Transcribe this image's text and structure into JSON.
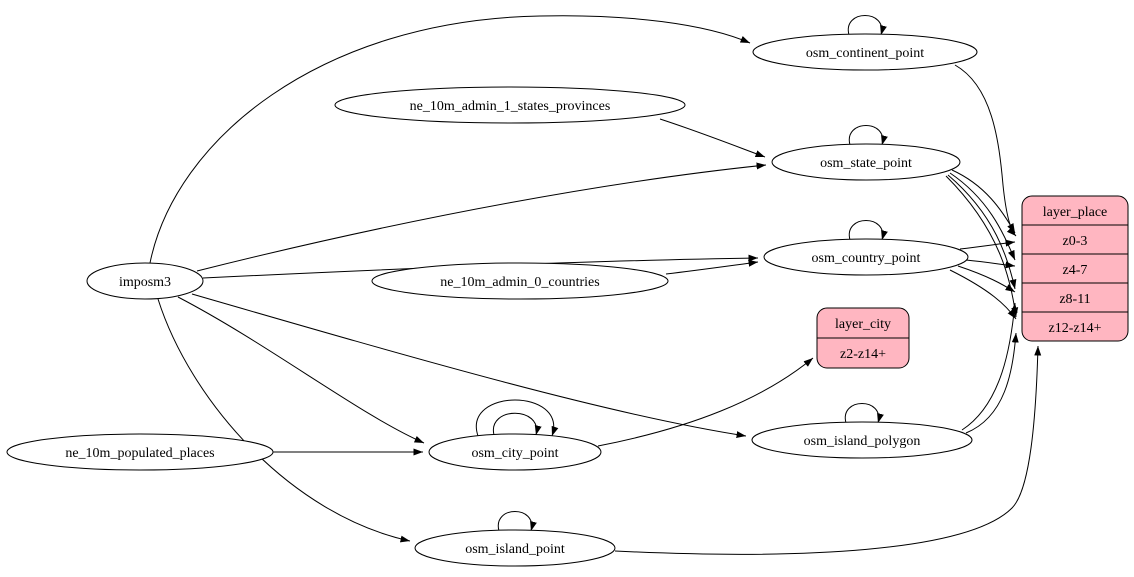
{
  "diagram": {
    "type": "digraph",
    "background_color": "#ffffff",
    "node_fill_color": "#ffffff",
    "record_fill_color": "#ffb6c1",
    "stroke_color": "#000000",
    "nodes": {
      "imposm3": {
        "label": "imposm3",
        "shape": "ellipse"
      },
      "ne_10m_admin_1_states_provinces": {
        "label": "ne_10m_admin_1_states_provinces",
        "shape": "ellipse"
      },
      "ne_10m_admin_0_countries": {
        "label": "ne_10m_admin_0_countries",
        "shape": "ellipse"
      },
      "ne_10m_populated_places": {
        "label": "ne_10m_populated_places",
        "shape": "ellipse"
      },
      "osm_continent_point": {
        "label": "osm_continent_point",
        "shape": "ellipse",
        "self_loops": 1
      },
      "osm_state_point": {
        "label": "osm_state_point",
        "shape": "ellipse",
        "self_loops": 1
      },
      "osm_country_point": {
        "label": "osm_country_point",
        "shape": "ellipse",
        "self_loops": 1
      },
      "osm_city_point": {
        "label": "osm_city_point",
        "shape": "ellipse",
        "self_loops": 2
      },
      "osm_island_polygon": {
        "label": "osm_island_polygon",
        "shape": "ellipse",
        "self_loops": 1
      },
      "osm_island_point": {
        "label": "osm_island_point",
        "shape": "ellipse",
        "self_loops": 1
      },
      "layer_city": {
        "label": "layer_city",
        "shape": "record",
        "rows": [
          "z2-z14+"
        ]
      },
      "layer_place": {
        "label": "layer_place",
        "shape": "record",
        "rows": [
          "z0-3",
          "z4-7",
          "z8-11",
          "z12-z14+"
        ]
      }
    },
    "edges": [
      {
        "from": "imposm3",
        "to": "osm_continent_point"
      },
      {
        "from": "imposm3",
        "to": "osm_state_point"
      },
      {
        "from": "imposm3",
        "to": "osm_country_point"
      },
      {
        "from": "imposm3",
        "to": "osm_city_point"
      },
      {
        "from": "imposm3",
        "to": "osm_island_polygon"
      },
      {
        "from": "imposm3",
        "to": "osm_island_point"
      },
      {
        "from": "ne_10m_admin_1_states_provinces",
        "to": "osm_state_point"
      },
      {
        "from": "ne_10m_admin_0_countries",
        "to": "osm_country_point"
      },
      {
        "from": "ne_10m_populated_places",
        "to": "osm_city_point"
      },
      {
        "from": "osm_continent_point",
        "to": "osm_continent_point"
      },
      {
        "from": "osm_state_point",
        "to": "osm_state_point"
      },
      {
        "from": "osm_country_point",
        "to": "osm_country_point"
      },
      {
        "from": "osm_city_point",
        "to": "osm_city_point"
      },
      {
        "from": "osm_city_point",
        "to": "osm_city_point"
      },
      {
        "from": "osm_island_polygon",
        "to": "osm_island_polygon"
      },
      {
        "from": "osm_island_point",
        "to": "osm_island_point"
      },
      {
        "from": "osm_city_point",
        "to": "layer_city",
        "to_port": "z2-z14+"
      },
      {
        "from": "osm_continent_point",
        "to": "layer_place",
        "to_port": "z0-3"
      },
      {
        "from": "osm_state_point",
        "to": "layer_place",
        "to_port": "z0-3"
      },
      {
        "from": "osm_state_point",
        "to": "layer_place",
        "to_port": "z4-7"
      },
      {
        "from": "osm_state_point",
        "to": "layer_place",
        "to_port": "z8-11"
      },
      {
        "from": "osm_state_point",
        "to": "layer_place",
        "to_port": "z12-z14+"
      },
      {
        "from": "osm_country_point",
        "to": "layer_place",
        "to_port": "z0-3"
      },
      {
        "from": "osm_country_point",
        "to": "layer_place",
        "to_port": "z4-7"
      },
      {
        "from": "osm_country_point",
        "to": "layer_place",
        "to_port": "z8-11"
      },
      {
        "from": "osm_country_point",
        "to": "layer_place",
        "to_port": "z12-z14+"
      },
      {
        "from": "osm_island_polygon",
        "to": "layer_place",
        "to_port": "z8-11"
      },
      {
        "from": "osm_island_polygon",
        "to": "layer_place",
        "to_port": "z12-z14+"
      },
      {
        "from": "osm_island_point",
        "to": "layer_place",
        "to_port": "z12-z14+"
      }
    ]
  }
}
